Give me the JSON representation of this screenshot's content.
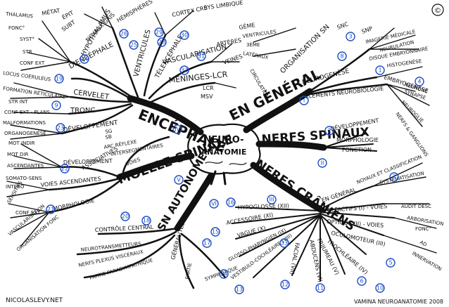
{
  "center": {
    "line1": "NEURO-",
    "line2": "ANATOMIE"
  },
  "main_branches": {
    "encephale": "ENCÉPHALE",
    "en_general": "EN GÉNÉRAL",
    "moelle": "MOELLE SPINALE",
    "sn_autonome": "SN AUTONOME",
    "nerfs_spinaux": "NERFS SPINAUX",
    "nerfs_craniens": "NERFS CRÂNIENS"
  },
  "encephale": {
    "dienc": "DIENCÉPHALE",
    "hypo": "HYPOTHALAMUS",
    "cervelet": "CERVELET",
    "tronc": "TRONC",
    "dev": "DÉVELOPPEMENT",
    "ventricules": "VENTRICULES",
    "vasc": "VASCULARISATION",
    "meninges": "MÉNINGES-LCR",
    "telenc": "TÉLENCÉPHALE",
    "hemis": "HÉMISPHÈRES",
    "noyaux": "NOYAUX GRIS",
    "cortex": "CORTEX CRB",
    "limbique": "SYS LIMBIQUE",
    "thalamus": "THALAMUS",
    "epit": "ÉPIT",
    "metat": "MÉTAT",
    "subt": "SUBT",
    "fonc": "FONC°",
    "syst": "SYST°",
    "str": "STR",
    "confext": "CONF EXT",
    "locus": "LOCUS COERULEUS",
    "formation": "FORMATION RÉTICULAIRE",
    "str_int": "STR INT",
    "conf_plans": "CONF EXT - PLANS",
    "malformations": "MALFORMATIONS",
    "organo": "ORGANOGENÈSE",
    "arteres": "ARTÈRES",
    "veines": "VEINES",
    "lcr": "LCR",
    "nev": "MSV"
  },
  "en_general": {
    "org_sn": "ORGANISATION SN",
    "snc": "SNC",
    "snp": "SNP",
    "imagerie": "IMAGERIE MÉDICALE",
    "neurulation": "NEURULATION",
    "histo": "HISTOGENÈSE",
    "disque": "DISQUE EMBRYONNAIRE",
    "neurogenese": "NEUROGENÈSE",
    "embryo": "EMBRYOGENÈSE",
    "elements": "ÉLÉMENTS NEUROBIOLOGIE",
    "neurone": "NEURONE",
    "synapse": "SYNAPSE",
    "neuroglie": "NEUROGLIE",
    "nerfs_gang": "NERFS & GANGLIONS",
    "gem": "GÈME",
    "ventric": "VENTRICULES",
    "zeme": "3ÈME",
    "lateraux": "LATÉRAUX",
    "circ": "CIRCULATION"
  },
  "nerfs_spinaux": {
    "dev": "DÉVELOPPEMENT",
    "morpho": "MORPHOLOGIE",
    "fonction": "FONCTION"
  },
  "moelle": {
    "dev": "DÉVELOPPEMENT",
    "voies_asc": "VOIES ASCENDANTES",
    "morpho": "MORPHOLOGIE",
    "assoc": "ASSOCIATIVES",
    "sg": "SG",
    "sb": "SB",
    "arc": "ARC RÉFLEXE",
    "intersegm": "INTERSEGMENTAIRES",
    "voies": "VOIES",
    "mot_indir": "MOT INDIR",
    "mot_dir": "MOT DIR",
    "ascendantes": "ASCENDANTES",
    "somato": "SOMATO-SENS",
    "intero": "INTÉRO",
    "sensitif": "SENSITIFS",
    "config": "CONF EXT",
    "vasc": "VASCULARISATION",
    "orga": "ORGANISATION FONC"
  },
  "sn_autonome": {
    "controle": "CONTRÔLE CENTRAL",
    "neuro": "NEUROTRANSMETTEURS",
    "nerfs_plexus": "NERFS PLEXUS VISCÉRAUX",
    "para": "PARTIE PARASYMPATHIQUE",
    "generalites": "GÉNÉRALITÉS",
    "partie": "PARTIE",
    "sympa": "SYMPATHIQUE"
  },
  "nerfs_craniens": {
    "en_general": "EN GÉNÉRAL",
    "olfactifs": "OLFACTIFS (I) - VOIES",
    "optique": "OPTIQUE (II) - VOIES",
    "oculomoteur": "OCULOMOTEUR (III)",
    "trochleaire": "TROCHLÉAIRE (IV)",
    "trijumeau": "TRIJUMEAU (V)",
    "abducens": "ABDUCENS (VI)",
    "facial": "FACIAL (VII)",
    "vestibulo": "VESTIBULO-COCHLÉAIRE (VIII)",
    "glosso": "GLOSSO-PHARYNGIEN (IX)",
    "vague": "VAGUE (X)",
    "accessoire": "ACCESSOIRE (XI)",
    "hypoglosse": "HYPOGLOSSE (XII)",
    "noyaux": "NOYAUX ET CLASSIFICATION",
    "syst": "SYSTÉMATISATION",
    "audit": "AUDIT DESC",
    "arbo": "ARBORISATION",
    "fonc": "FONC°",
    "ad": "AD",
    "innerv": "INNERVATION"
  },
  "roman": {
    "i": "I",
    "ii": "II",
    "iii": "III",
    "iv": "IV",
    "v": "V",
    "vi": "VI"
  },
  "numbers": [
    "1",
    "2",
    "3",
    "4",
    "5",
    "6",
    "7",
    "8",
    "9",
    "10",
    "11",
    "12",
    "13",
    "14",
    "15",
    "16",
    "17",
    "18",
    "19",
    "20",
    "21",
    "22",
    "23",
    "24",
    "25",
    "26",
    "27",
    "28",
    "29",
    "30",
    "31",
    "32",
    "33"
  ],
  "footer": {
    "left": "NICOLASLEVY.NET",
    "right": "VAMINA NEUROANATOMIE 2008"
  },
  "copyright": "©"
}
